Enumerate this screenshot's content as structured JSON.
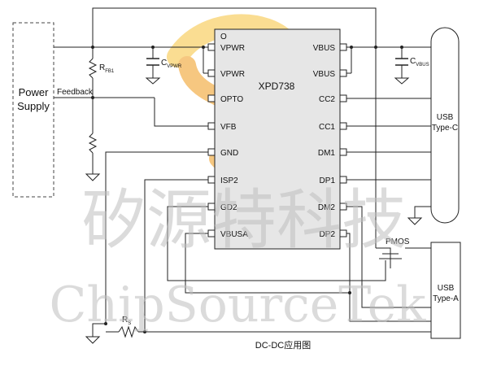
{
  "diagram": {
    "title": "DC-DC应用图",
    "chip_name": "XPD738",
    "power_supply": [
      "Power",
      "Supply"
    ],
    "feedback": "Feedback",
    "rfb1": {
      "main": "R",
      "sub": "FB1"
    },
    "cvpwr": {
      "main": "C",
      "sub": "VPWR"
    },
    "cvbus": {
      "main": "C",
      "sub": "VBUS"
    },
    "rs": {
      "main": "R",
      "sub": "S"
    },
    "usb_c": [
      "USB",
      "Type-C"
    ],
    "usb_a": [
      "USB",
      "Type-A"
    ],
    "pmos": "PMOS",
    "pins_left": [
      "VPWR",
      "VPWR",
      "OPTO",
      "VFB",
      "GND",
      "ISP2",
      "GD2",
      "VBUSA"
    ],
    "pins_right": [
      "VBUS",
      "VBUS",
      "CC2",
      "CC1",
      "DM1",
      "DP1",
      "DM2",
      "DP2"
    ],
    "pin1_mark": "O"
  },
  "watermark": {
    "chinese": "矽源特科技",
    "english": "ChipSourceTek"
  },
  "colors": {
    "wire": "#222222",
    "chip_fill": "#e6e6e6",
    "logo_yellow": "#f6c23a",
    "logo_orange": "#f09a1a",
    "watermark": "#bdbdbd"
  }
}
